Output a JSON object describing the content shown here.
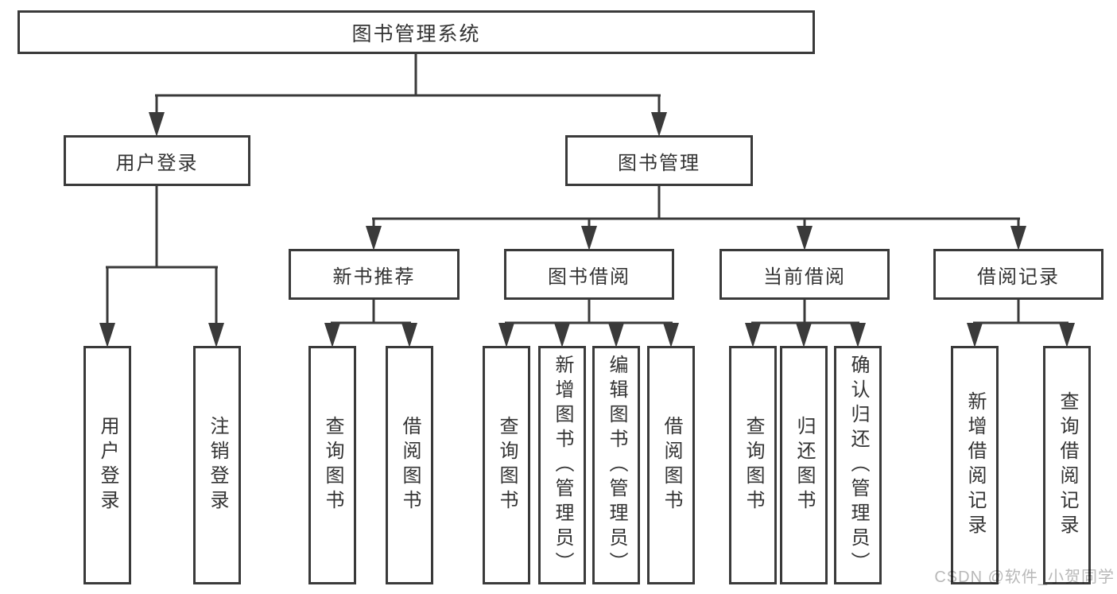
{
  "tree": {
    "label": "图书管理系统",
    "children": [
      {
        "label": "用户登录",
        "children": [
          {
            "label": "用户登录"
          },
          {
            "label": "注销登录"
          }
        ]
      },
      {
        "label": "图书管理",
        "children": [
          {
            "label": "新书推荐",
            "children": [
              {
                "label": "查询图书"
              },
              {
                "label": "借阅图书"
              }
            ]
          },
          {
            "label": "图书借阅",
            "children": [
              {
                "label": "查询图书"
              },
              {
                "label": "新增图书（管理员）"
              },
              {
                "label": "编辑图书（管理员）"
              },
              {
                "label": "借阅图书"
              }
            ]
          },
          {
            "label": "当前借阅",
            "children": [
              {
                "label": "查询图书"
              },
              {
                "label": "归还图书"
              },
              {
                "label": "确认归还（管理员）"
              }
            ]
          },
          {
            "label": "借阅记录",
            "children": [
              {
                "label": "新增借阅记录"
              },
              {
                "label": "查询借阅记录"
              }
            ]
          }
        ]
      }
    ]
  },
  "watermark": "CSDN @软件_小贺同学",
  "colors": {
    "line": "#3a3a3a",
    "text": "#333333",
    "watermark": "#b8b8b8",
    "background": "#ffffff"
  }
}
